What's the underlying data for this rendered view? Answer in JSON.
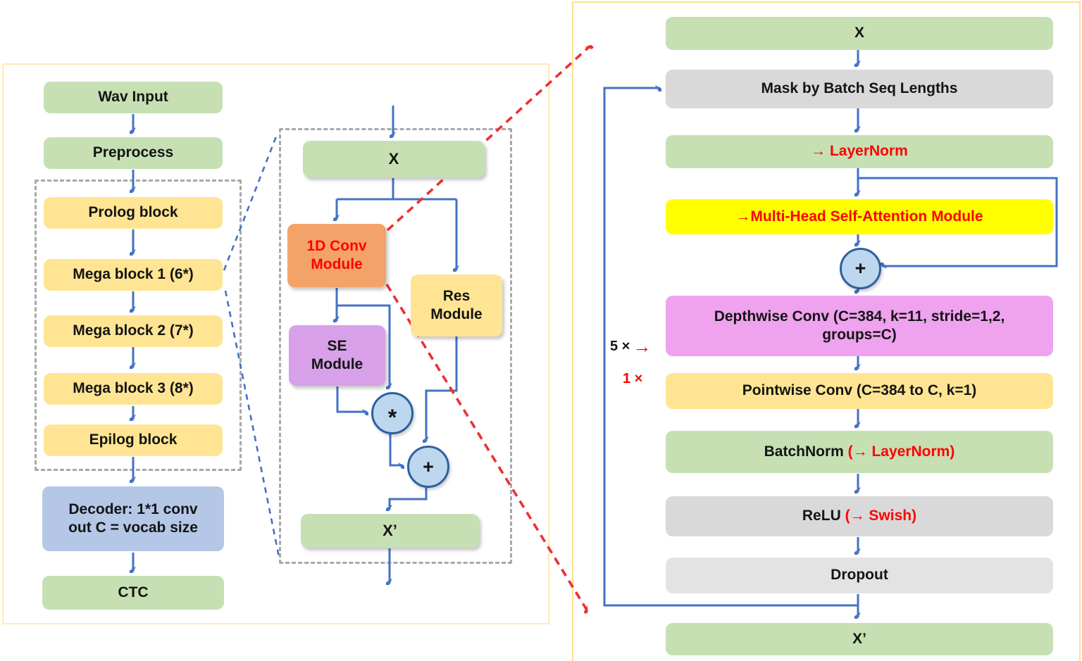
{
  "left_panel": {
    "blocks": {
      "wav": "Wav Input",
      "preprocess": "Preprocess",
      "prolog": "Prolog block",
      "mega1": "Mega block 1 (6*)",
      "mega2": "Mega block 2 (7*)",
      "mega3": "Mega block 3 (8*)",
      "epilog": "Epilog block",
      "decoder_line1": "Decoder: 1*1 conv",
      "decoder_line2": "out C = vocab size",
      "ctc": "CTC"
    }
  },
  "middle_panel": {
    "x": "X",
    "conv1d_line1": "1D Conv",
    "conv1d_line2": "Module",
    "res_line1": "Res",
    "res_line2": "Module",
    "se_line1": "SE",
    "se_line2": "Module",
    "multiply": "*",
    "add": "+",
    "x_prime": "X’"
  },
  "right_panel": {
    "x": "X",
    "mask": "Mask by Batch Seq Lengths",
    "layernorm": "→ LayerNorm",
    "mhsa": "→Multi-Head Self-Attention Module",
    "add": "+",
    "depthwise_line1": "Depthwise Conv (C=384, k=11, stride=1,2,",
    "depthwise_line2": "groups=C)",
    "pointwise": "Pointwise Conv (C=384 to C, k=1)",
    "batchnorm_black": "BatchNorm ",
    "batchnorm_red": "(→ LayerNorm)",
    "relu_black": "ReLU ",
    "relu_red": "(→ Swish)",
    "dropout": "Dropout",
    "x_prime": "X’",
    "repeat_outer": "5 ×",
    "repeat_arrow": "→",
    "repeat_inner": "1 ×"
  },
  "colors": {
    "green_block": "#c6e0b4",
    "yellow_block": "#ffe593",
    "blue_block": "#b4c7e7",
    "gray_block": "#d9d9d9",
    "orange_block": "#f3a369",
    "purple_block": "#d8a0e8",
    "magenta_block": "#efa2ee",
    "highlight_yellow": "#ffff00",
    "circle_fill": "#bdd7ee",
    "arrow_blue": "#4472c4",
    "accent_red": "#ff0000",
    "dashed_border_gray": "#a8a8a8"
  }
}
